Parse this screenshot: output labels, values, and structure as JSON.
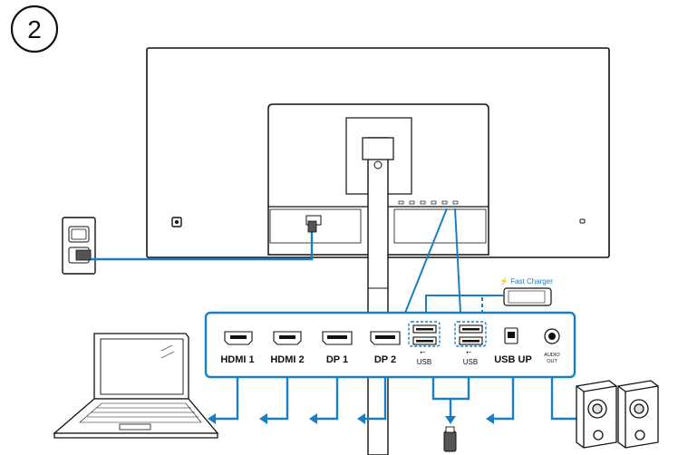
{
  "step_number": "2",
  "fast_charger_label": "Fast Charger",
  "ports": {
    "hdmi1": "HDMI 1",
    "hdmi2": "HDMI 2",
    "dp1": "DP 1",
    "dp2": "DP 2",
    "usb_a": "USB",
    "usb_b": "USB",
    "usb_up": "USB UP",
    "audio_line1": "AUDIO",
    "audio_line2": "OUT"
  },
  "colors": {
    "cable": "#1a7fc1",
    "line": "#1a1a1a"
  }
}
